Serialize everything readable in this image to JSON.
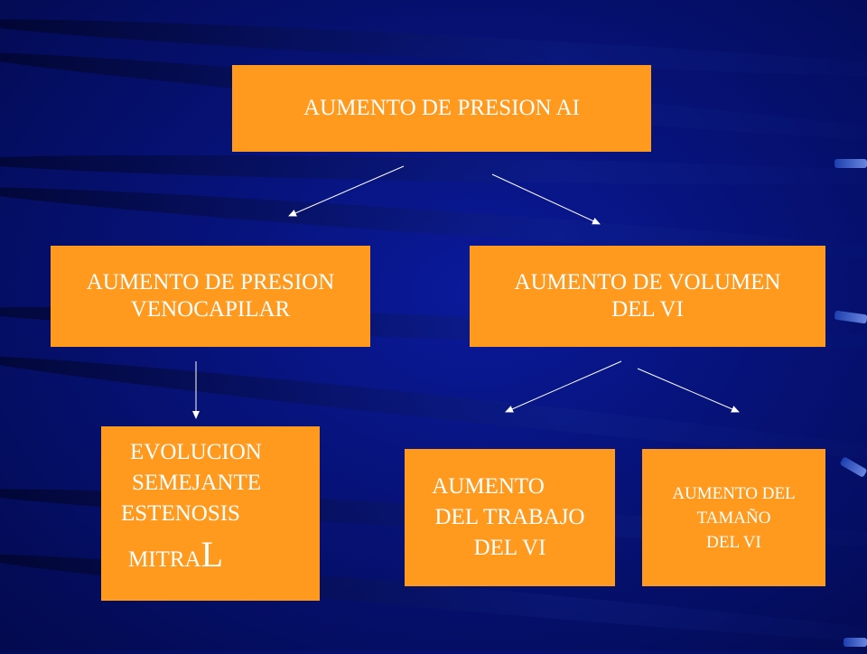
{
  "nodes": {
    "root": {
      "lines": [
        "AUMENTO  DE PRESION AI"
      ]
    },
    "left": {
      "lines": [
        "AUMENTO  DE PRESION",
        "VENOCAPILAR"
      ]
    },
    "right": {
      "lines": [
        "AUMENTO  DE VOLUMEN",
        "DEL VI"
      ]
    },
    "evolucion": {
      "lines": [
        "EVOLUCION",
        "SEMEJANTE",
        "ESTENOSIS"
      ],
      "last_small": "MITRA",
      "last_big": "L"
    },
    "trabajo": {
      "lines": [
        "AUMENTO",
        "DEL TRABAJO",
        "DEL VI"
      ]
    },
    "tamano": {
      "lines": [
        "AUMENTO DEL",
        "TAMAÑO",
        "DEL VI"
      ]
    }
  },
  "edges": [
    {
      "from": "root",
      "to": "left"
    },
    {
      "from": "root",
      "to": "right"
    },
    {
      "from": "left",
      "to": "evolucion"
    },
    {
      "from": "right",
      "to": "trabajo"
    },
    {
      "from": "right",
      "to": "tamano"
    }
  ],
  "colors": {
    "box_fill": "#ff9a1f",
    "box_text": "#ffffff",
    "arrow": "#ffffff",
    "background": "#061277"
  }
}
